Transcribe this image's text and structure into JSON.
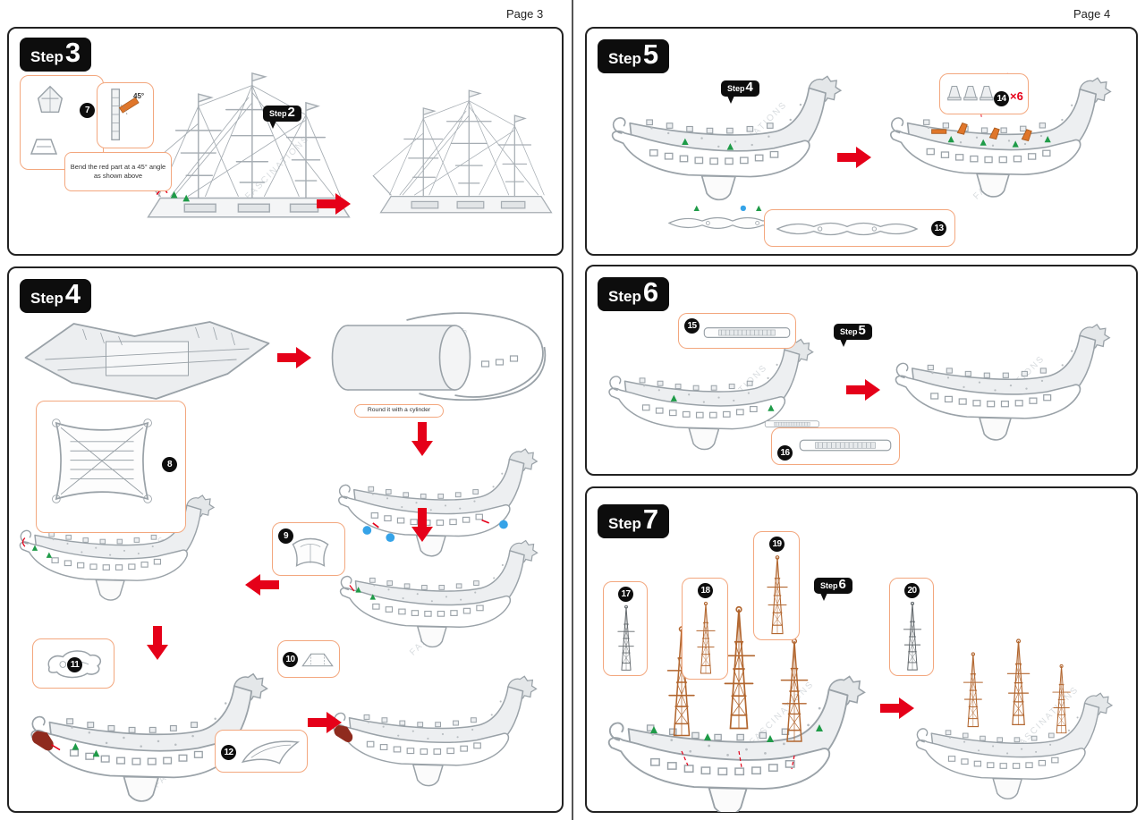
{
  "watermark": "FASCINATIONS",
  "colors": {
    "arrow_red": "#e50019",
    "callout_border": "#f3a77e",
    "badge_bg": "#0d0d0d",
    "copper": "#b2662f",
    "green_marker": "#1f9b48",
    "blue_marker": "#35a3e8",
    "line_gray": "#9aa2a8",
    "part_orange": "#e0762a",
    "anchor_red": "#8f2b1e"
  },
  "pages": {
    "left": {
      "label": "Page 3",
      "step3": {
        "badge_prefix": "Step",
        "badge_number": "3",
        "ref_prefix": "Step",
        "ref_number": "2",
        "part7": "7",
        "angle_label": "45°",
        "note": "Bend the red part at a 45° angle as shown above"
      },
      "step4": {
        "badge_prefix": "Step",
        "badge_number": "4",
        "part8": "8",
        "part9": "9",
        "part10": "10",
        "part11": "11",
        "part12": "12",
        "note": "Round it with a cylinder"
      }
    },
    "right": {
      "label": "Page 4",
      "step5": {
        "badge_prefix": "Step",
        "badge_number": "5",
        "ref_prefix": "Step",
        "ref_number": "4",
        "part13": "13",
        "part14": "14",
        "multiplier": "×6"
      },
      "step6": {
        "badge_prefix": "Step",
        "badge_number": "6",
        "ref_prefix": "Step",
        "ref_number": "5",
        "part15": "15",
        "part16": "16"
      },
      "step7": {
        "badge_prefix": "Step",
        "badge_number": "7",
        "ref_prefix": "Step",
        "ref_number": "6",
        "part17": "17",
        "part18": "18",
        "part19": "19",
        "part20": "20"
      }
    }
  }
}
